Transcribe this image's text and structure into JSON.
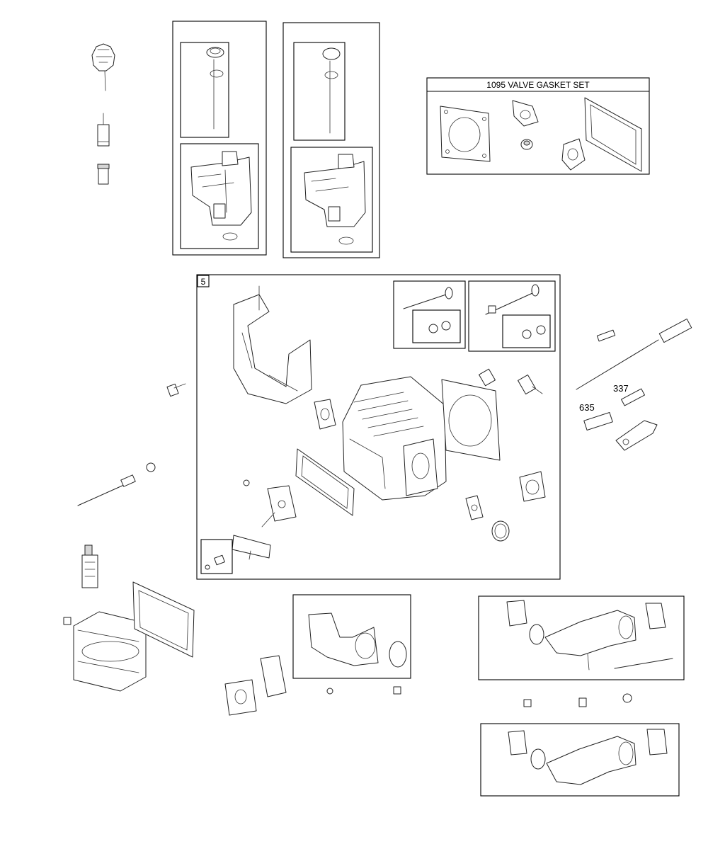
{
  "valve_gasket_set": {
    "label": "1095 VALVE GASKET SET"
  },
  "cylinder_head_group": {
    "label": "5"
  },
  "part_numbers": {
    "p337": "337",
    "p635": "635"
  }
}
